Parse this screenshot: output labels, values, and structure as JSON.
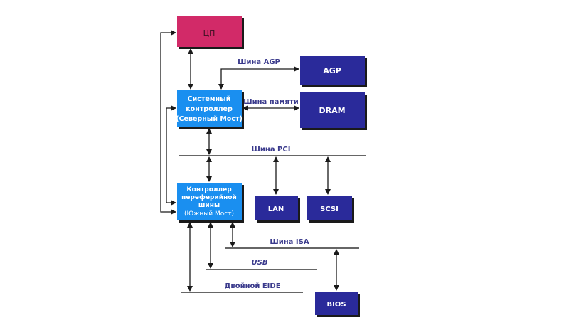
{
  "colors": {
    "cpu": "#d22a68",
    "controller": "#1a8ff0",
    "device": "#2a2a9a",
    "shadow": "#1a1a1a",
    "bus_label": "#3a3a8c",
    "cpu_text": "#3a1020"
  },
  "blocks": {
    "cpu": {
      "label": "ЦП"
    },
    "agp": {
      "label": "AGP"
    },
    "dram": {
      "label": "DRAM"
    },
    "northbridge": {
      "lines": [
        "Системный",
        "контроллер",
        "(Северный Мост)"
      ]
    },
    "southbridge": {
      "lines": [
        "Контроллер",
        "переферийной",
        "шины",
        "(Южный Мост)"
      ]
    },
    "lan": {
      "label": "LAN"
    },
    "scsi": {
      "label": "SCSI"
    },
    "bios": {
      "label": "BIOS"
    }
  },
  "buses": {
    "agp_bus": "Шина AGP",
    "memory_bus": "Шина памяти",
    "pci_bus": "Шина PCI",
    "isa_bus": "Шина ISA",
    "usb": "USB",
    "eide": "Двойной EIDE"
  }
}
